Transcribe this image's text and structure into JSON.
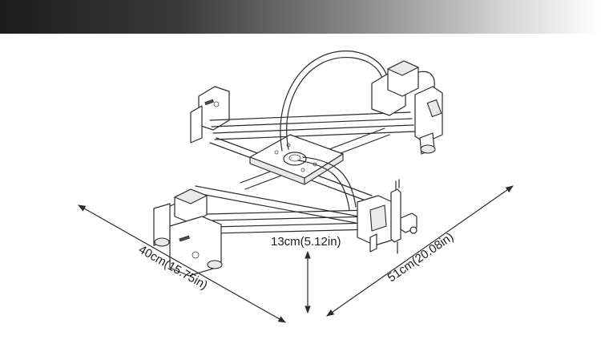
{
  "colors": {
    "header_start": "#1c1c1c",
    "header_end": "#ffffff",
    "line": "#2b2b2b"
  },
  "dimensions": {
    "width_label": "40cm(15.75in)",
    "height_label": "13cm(5.12in)",
    "depth_label": "51cm(20.08in)"
  },
  "icons": {
    "arrow": "dimension-arrow-icon",
    "machine": "plotter-machine-icon"
  }
}
